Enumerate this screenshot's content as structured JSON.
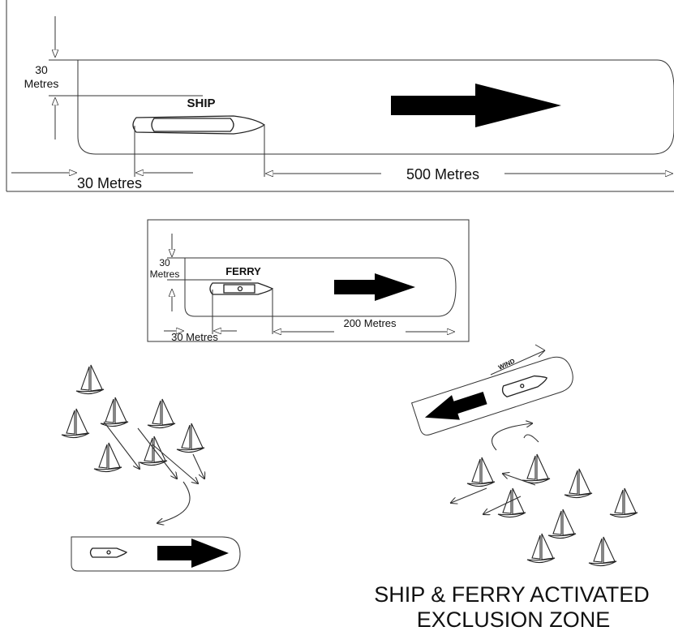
{
  "top_panel": {
    "vertical_dim_value": "30",
    "vertical_dim_unit": "Metres",
    "vessel_label": "SHIP",
    "stern_dim": "30 Metres",
    "ahead_dim": "500 Metres"
  },
  "middle_panel": {
    "vertical_dim_value": "30",
    "vertical_dim_unit": "Metres",
    "vessel_label": "FERRY",
    "stern_dim": "30 Metres",
    "ahead_dim": "200 Metres"
  },
  "wind_label": "WIND",
  "caption": {
    "line1": "SHIP & FERRY ACTIVATED",
    "line2": "EXCLUSION ZONE"
  }
}
